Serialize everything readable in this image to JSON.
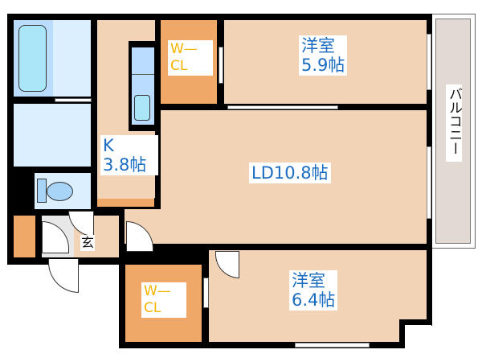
{
  "floorplan": {
    "rooms": {
      "western_room_1": {
        "name": "洋室",
        "size": "5.9帖"
      },
      "western_room_2": {
        "name": "洋室",
        "size": "6.4帖"
      },
      "ld": {
        "label": "LD10.8帖"
      },
      "kitchen": {
        "name": "K",
        "size": "3.8帖"
      },
      "wcl_1": {
        "line1": "W—",
        "line2": "CL"
      },
      "wcl_2": {
        "line1": "W—",
        "line2": "CL"
      },
      "entrance": {
        "label": "玄"
      },
      "balcony": {
        "label": "バルコニー"
      }
    },
    "colors": {
      "room_fill": "#f3d3b6",
      "closet_fill": "#f0a868",
      "wet_area_fill": "#dcefff",
      "fixture_fill": "#a8e6f8",
      "balcony_fill": "#e2d9d2",
      "wall": "#000000",
      "label_blue": "#1a6cc0",
      "label_orange": "#f5b400"
    }
  }
}
